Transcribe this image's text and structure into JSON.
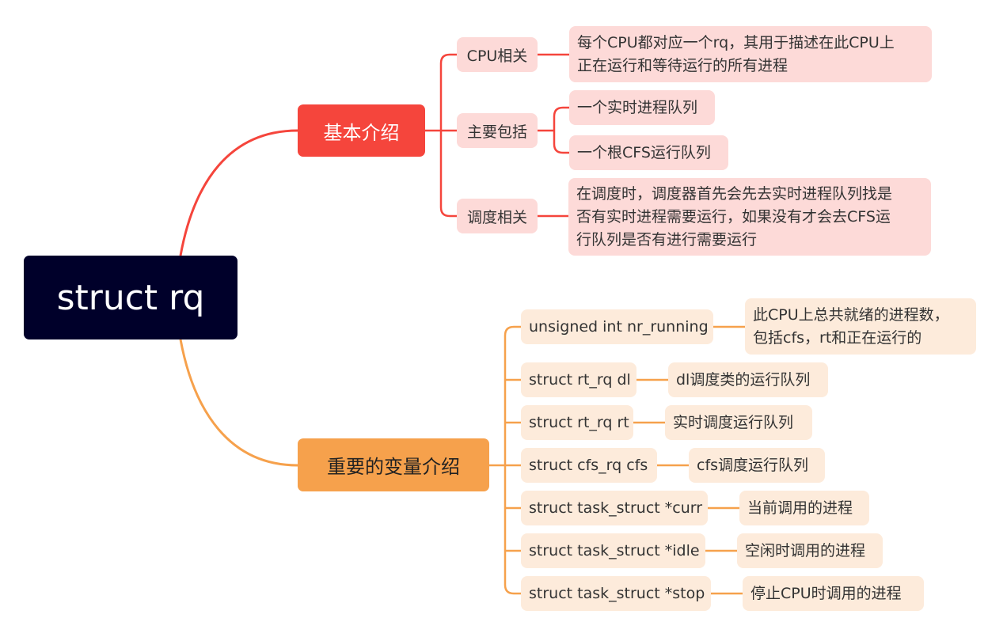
{
  "root": {
    "label": "struct rq"
  },
  "branches": [
    {
      "label": "基本介绍",
      "children": [
        {
          "label": "CPU相关",
          "details": [
            "每个CPU都对应一个rq，其用于描述在此CPU上\n正在运行和等待运行的所有进程"
          ]
        },
        {
          "label": "主要包括",
          "details": [
            "一个实时进程队列",
            "一个根CFS运行队列"
          ]
        },
        {
          "label": "调度相关",
          "details": [
            "在调度时，调度器首先会先去实时进程队列找是\n否有实时进程需要运行，如果没有才会去CFS运\n行队列是否有进行需要运行"
          ]
        }
      ]
    },
    {
      "label": "重要的变量介绍",
      "children": [
        {
          "label": "unsigned int nr_running",
          "details": [
            "此CPU上总共就绪的进程数，\n包括cfs，rt和正在运行的"
          ]
        },
        {
          "label": "struct rt_rq dl",
          "details": [
            "dl调度类的运行队列"
          ]
        },
        {
          "label": "struct rt_rq rt",
          "details": [
            "实时调度运行队列"
          ]
        },
        {
          "label": "struct cfs_rq cfs",
          "details": [
            "cfs调度运行队列"
          ]
        },
        {
          "label": "struct task_struct *curr",
          "details": [
            "当前调用的进程"
          ]
        },
        {
          "label": "struct task_struct *idle",
          "details": [
            "空闲时调用的进程"
          ]
        },
        {
          "label": "struct task_struct *stop",
          "details": [
            "停止CPU时调用的进程"
          ]
        }
      ]
    }
  ],
  "colors": {
    "root_bg": "#00002a",
    "branch1": "#f5453c",
    "branch2": "#f6a14c",
    "branch1_light": "#fddad8",
    "branch2_light": "#fdebdb"
  }
}
